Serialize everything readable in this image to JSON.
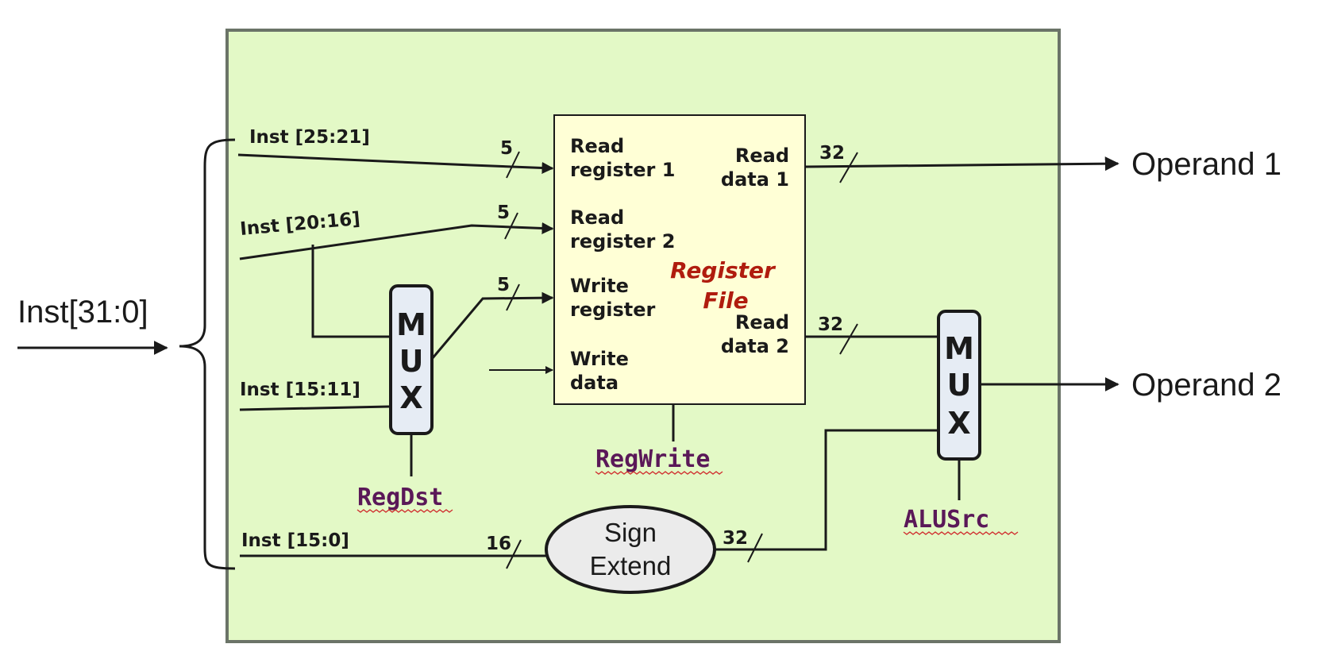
{
  "colors": {
    "panel_fill": "#e3f9c6",
    "panel_border": "#6b7468",
    "register_file_fill": "#ffffd6",
    "register_file_title": "#b01c0e",
    "control_signal": "#5a1858",
    "mux_fill": "#e6ecf4",
    "wire": "#1a1a1a"
  },
  "input": {
    "label": "Inst[31:0]"
  },
  "fields": {
    "rs": "Inst [25:21]",
    "rt": "Inst [20:16]",
    "rd": "Inst [15:11]",
    "imm": "Inst [15:0]"
  },
  "widths": {
    "read_reg_1": "5",
    "read_reg_2": "5",
    "write_reg": "5",
    "read_data_1": "32",
    "read_data_2": "32",
    "imm_in": "16",
    "imm_out": "32"
  },
  "register_file": {
    "title_line1": "Register",
    "title_line2": "File",
    "ports": {
      "read_register_1": [
        "Read",
        "register 1"
      ],
      "read_register_2": [
        "Read",
        "register 2"
      ],
      "write_register": [
        "Write",
        "register"
      ],
      "write_data": [
        "Write",
        "data"
      ],
      "read_data_1": [
        "Read",
        "data 1"
      ],
      "read_data_2": [
        "Read",
        "data 2"
      ]
    }
  },
  "mux_letters": [
    "M",
    "U",
    "X"
  ],
  "sign_extend": {
    "line1": "Sign",
    "line2": "Extend"
  },
  "control": {
    "reg_dst": "RegDst",
    "reg_write": "RegWrite",
    "alu_src": "ALUSrc"
  },
  "outputs": {
    "operand1": "Operand 1",
    "operand2": "Operand 2"
  }
}
